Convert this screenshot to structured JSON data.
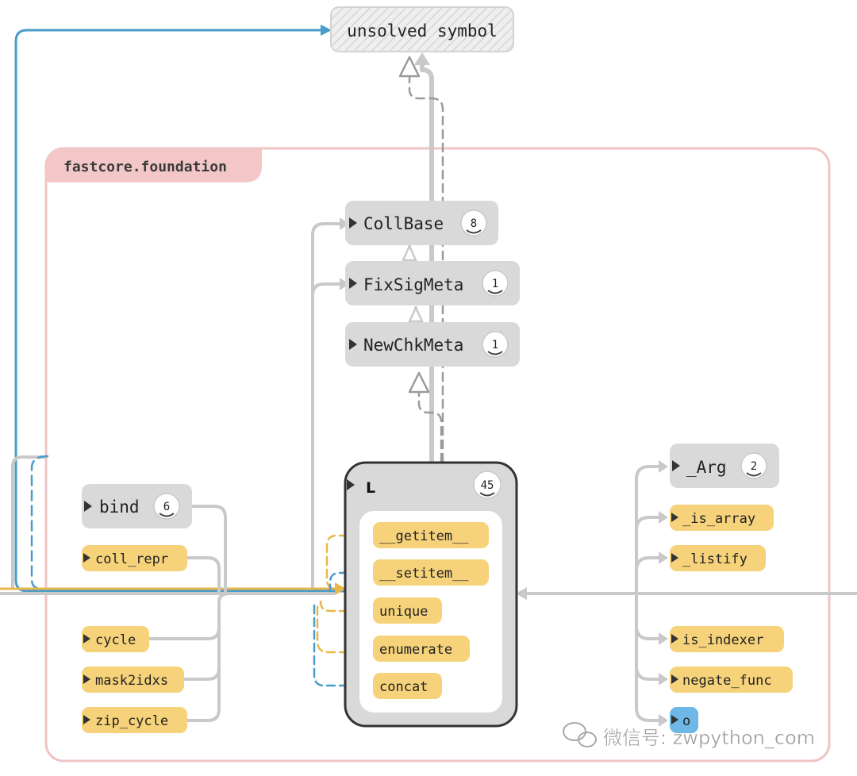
{
  "unsolved": {
    "label": "unsolved symbol"
  },
  "module": {
    "label": "fastcore.foundation"
  },
  "classes": [
    {
      "id": "collbase",
      "label": "CollBase",
      "badge": "8"
    },
    {
      "id": "fixsigmeta",
      "label": "FixSigMeta",
      "badge": "1"
    },
    {
      "id": "newchkmeta",
      "label": "NewChkMeta",
      "badge": "1"
    },
    {
      "id": "bind",
      "label": "bind",
      "badge": "6"
    },
    {
      "id": "arg",
      "label": "_Arg",
      "badge": "2"
    }
  ],
  "main_class": {
    "label": "L",
    "badge": "45",
    "methods": [
      "__getitem__",
      "__setitem__",
      "unique",
      "enumerate",
      "concat"
    ]
  },
  "left_functions": [
    "coll_repr",
    "cycle",
    "mask2idxs",
    "zip_cycle"
  ],
  "right_functions": [
    "_is_array",
    "_listify",
    "is_indexer",
    "negate_func"
  ],
  "right_object": {
    "label": "o"
  },
  "watermark": {
    "text": "微信号: zwpython_com"
  },
  "colors": {
    "gray_edge": "#c9c9c9",
    "blue_edge": "#4a9cc9",
    "yellow_edge": "#e8b74a",
    "module_border": "#f0c4c4",
    "module_tab": "#f3c7c7",
    "function_fill": "#f6d27a",
    "class_fill": "#d9d9d9",
    "object_fill": "#6fb7e6"
  }
}
